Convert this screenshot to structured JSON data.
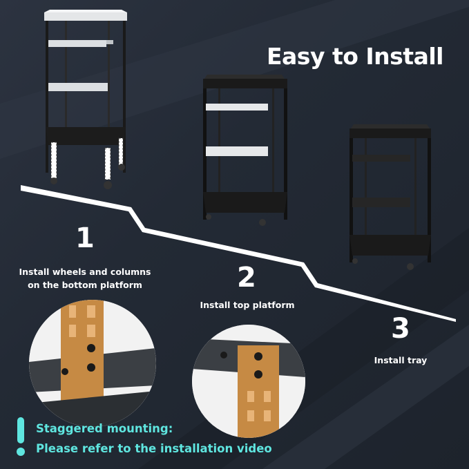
{
  "headline": "Easy to Install",
  "steps": [
    {
      "number": "1",
      "caption_line1": "Install wheels and columns",
      "caption_line2": "on the bottom platform"
    },
    {
      "number": "2",
      "caption": "Install top platform"
    },
    {
      "number": "3",
      "caption": "Install tray"
    }
  ],
  "note": {
    "line1": "Staggered mounting:",
    "line2": "Please refer to the installation video"
  },
  "colors": {
    "accent": "#5fe6e0",
    "background": "#232a35",
    "column": "#c68a44",
    "path": "#ffffff"
  }
}
